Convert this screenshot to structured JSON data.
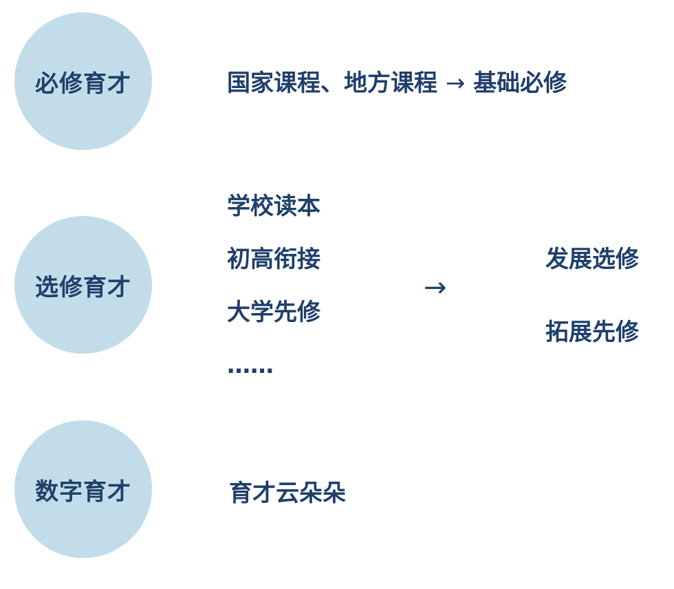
{
  "rows": {
    "required": {
      "circle_label": "必修育才",
      "courses": "国家课程、地方课程",
      "arrow": "→",
      "result": "基础必修"
    },
    "elective": {
      "circle_label": "选修育才",
      "courses": [
        "学校读本",
        "初高衔接",
        "大学先修",
        "……"
      ],
      "arrow": "→",
      "results": [
        "发展选修",
        "拓展先修"
      ]
    },
    "digital": {
      "circle_label": "数字育才",
      "platform": "育才云朵朵"
    }
  },
  "colors": {
    "circle_fill": "#c2dde9",
    "text": "#1f3f6b",
    "background": "#ffffff"
  }
}
